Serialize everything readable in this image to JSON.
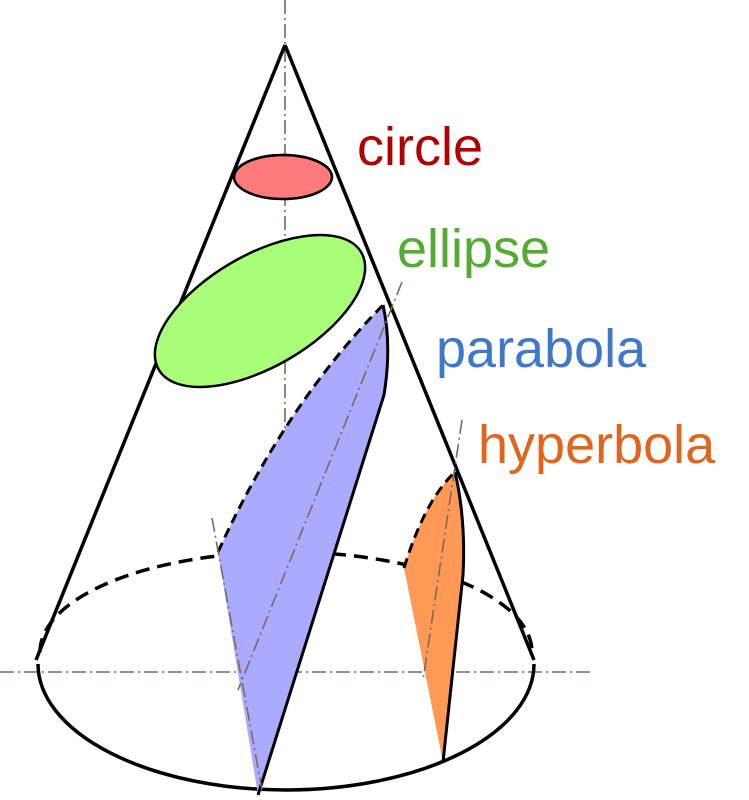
{
  "labels": {
    "circle": "circle",
    "ellipse": "ellipse",
    "parabola": "parabola",
    "hyperbola": "hyperbola"
  },
  "colors": {
    "circle_text": "#b00000",
    "ellipse_text": "#55aa33",
    "parabola_text": "#3f78c8",
    "hyperbola_text": "#e0661f",
    "circle_fill": "#ff7a7a",
    "ellipse_fill": "#aaff7a",
    "parabola_fill": "#aaaaff",
    "hyperbola_fill": "#ff9955",
    "outline": "#000000",
    "axis": "#7a6a5a"
  }
}
